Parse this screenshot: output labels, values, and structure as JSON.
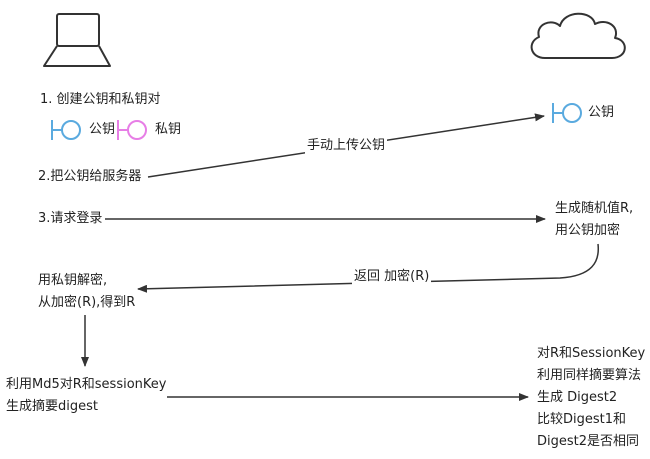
{
  "client": {
    "step1": "1. 创建公钥和私钥对",
    "public_key_label": "公钥",
    "private_key_label": "私钥",
    "step2": "2.把公钥给服务器",
    "step3": "3.请求登录",
    "decrypt_line1": "用私钥解密,",
    "decrypt_line2": "从加密(R),得到R",
    "digest_line1": "利用Md5对R和sessionKey",
    "digest_line2": "生成摘要digest"
  },
  "server": {
    "public_key_label": "公钥",
    "random_line1": "生成随机值R,",
    "random_line2": "用公钥加密",
    "compare_lines": [
      "对R和SessionKey",
      "利用同样摘要算法",
      "生成 Digest2",
      "比较Digest1和",
      "Digest2是否相同"
    ]
  },
  "arrows": {
    "upload_label": "手动上传公钥",
    "return_label": "返回 加密(R)"
  },
  "colors": {
    "public_key": "#5aaadf",
    "private_key": "#e77ee6",
    "stroke": "#333333"
  }
}
